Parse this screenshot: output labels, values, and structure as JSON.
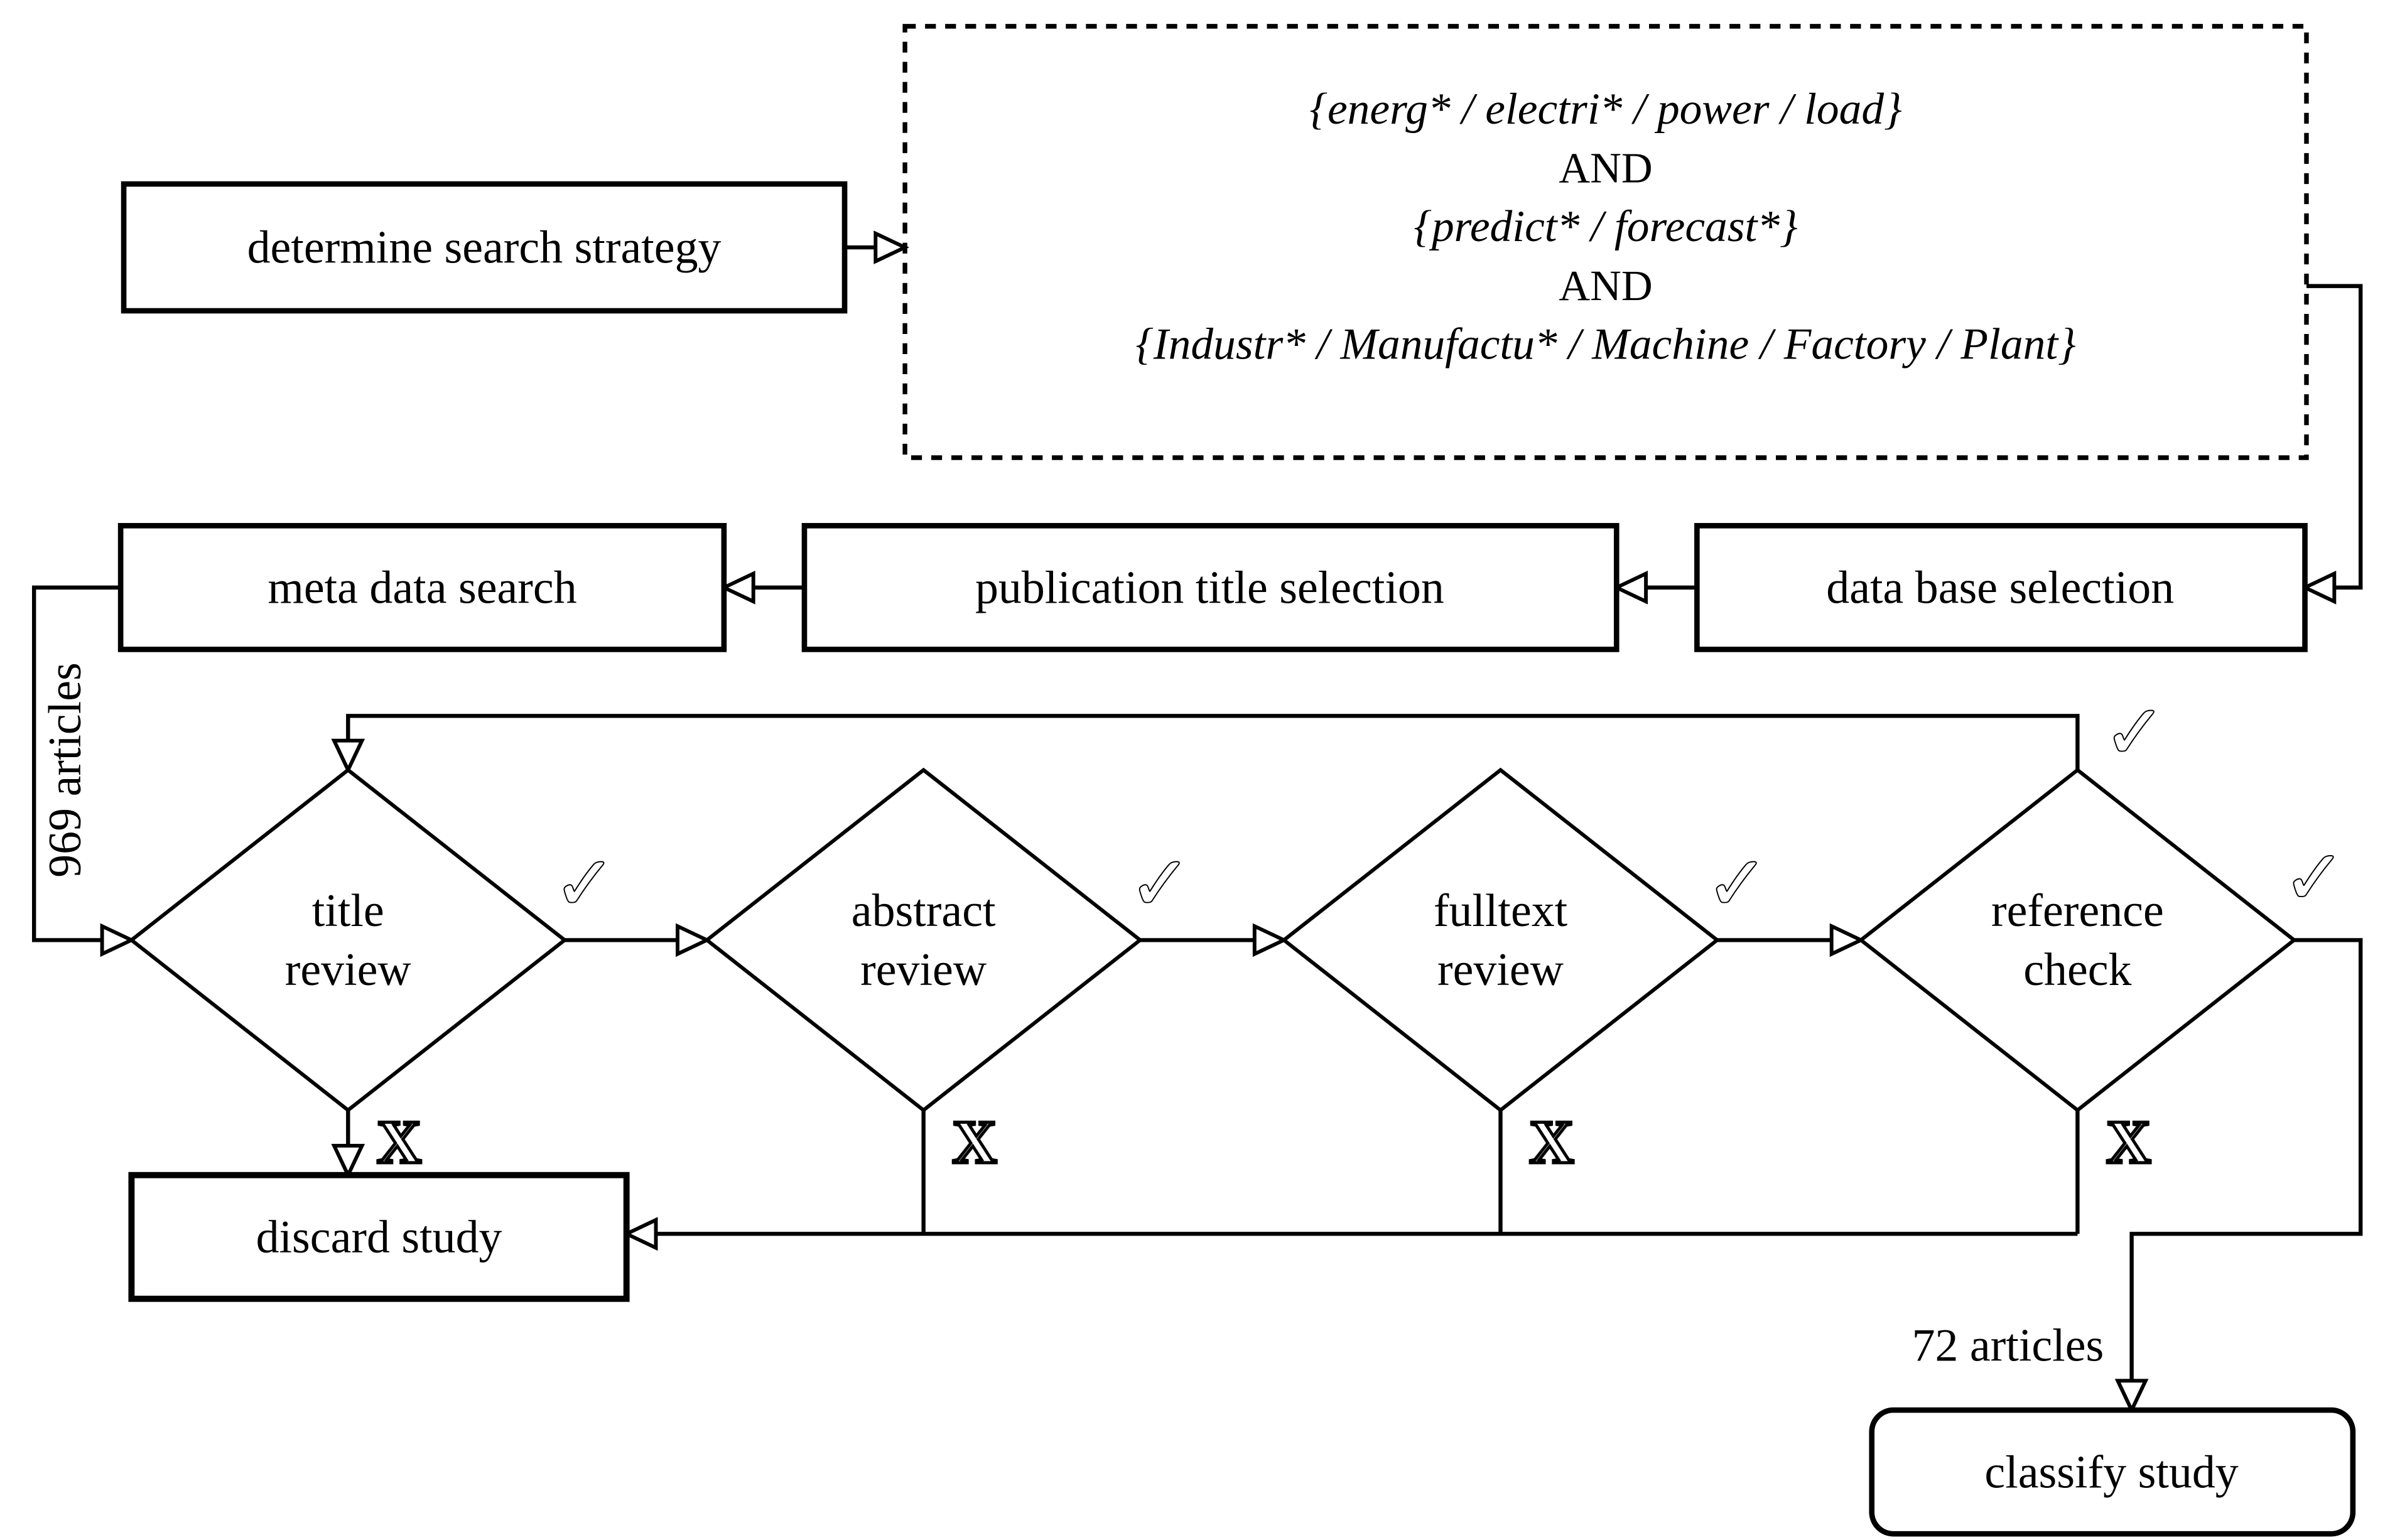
{
  "flowchart": {
    "colors": {
      "ink": "#000000",
      "background": "#ffffff"
    },
    "boxes": {
      "determine": "determine search strategy",
      "meta": "meta data search",
      "publication": "publication title selection",
      "database": "data base selection",
      "discard": "discard study",
      "classify": "classify study"
    },
    "query": {
      "line1": "{energ* / electri* / power / load}",
      "line2": "AND",
      "line3": "{predict* / forecast*}",
      "line4": "AND",
      "line5": "{Industr* / Manufactu* / Machine / Factory / Plant}"
    },
    "diamonds": {
      "title_review": {
        "line1": "title",
        "line2": "review"
      },
      "abstract_review": {
        "line1": "abstract",
        "line2": "review"
      },
      "fulltext_review": {
        "line1": "fulltext",
        "line2": "review"
      },
      "reference_check": {
        "line1": "reference",
        "line2": "check"
      }
    },
    "labels": {
      "input_count": "969 articles",
      "output_count": "72 articles",
      "pass_mark": "✓",
      "fail_mark": "X"
    }
  }
}
